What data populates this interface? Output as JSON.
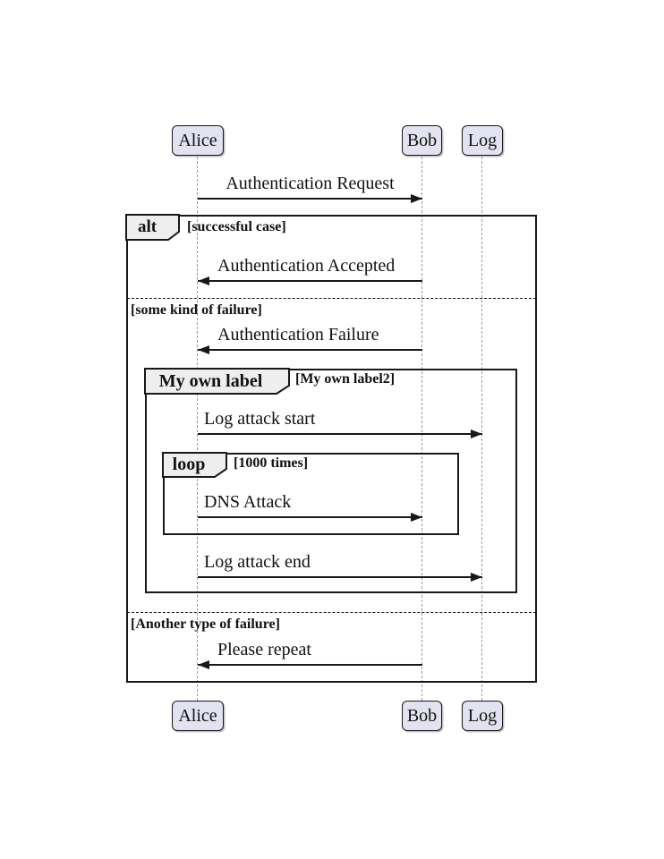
{
  "diagram": {
    "participants": [
      {
        "name": "Alice"
      },
      {
        "name": "Bob"
      },
      {
        "name": "Log"
      }
    ],
    "messages": [
      {
        "text": "Authentication Request",
        "from": "Alice",
        "to": "Bob"
      },
      {
        "text": "Authentication Accepted",
        "from": "Bob",
        "to": "Alice"
      },
      {
        "text": "Authentication Failure",
        "from": "Bob",
        "to": "Alice"
      },
      {
        "text": "Log attack start",
        "from": "Alice",
        "to": "Log"
      },
      {
        "text": "DNS Attack",
        "from": "Alice",
        "to": "Bob"
      },
      {
        "text": "Log attack end",
        "from": "Alice",
        "to": "Log"
      },
      {
        "text": "Please repeat",
        "from": "Bob",
        "to": "Alice"
      }
    ],
    "frames": {
      "alt": {
        "operator": "alt",
        "guard": "[successful case]"
      },
      "alt_else_1": {
        "guard": "[some kind of failure]"
      },
      "alt_else_2": {
        "guard": "[Another type of failure]"
      },
      "custom": {
        "operator": "My own label",
        "guard": "[My own label2]"
      },
      "loop": {
        "operator": "loop",
        "guard": "[1000 times]"
      }
    },
    "colors": {
      "participant_fill": "#E2E2F0",
      "frame_label_fill": "#EEEEEE",
      "line": "#181818",
      "lifeline": "#999999"
    }
  }
}
